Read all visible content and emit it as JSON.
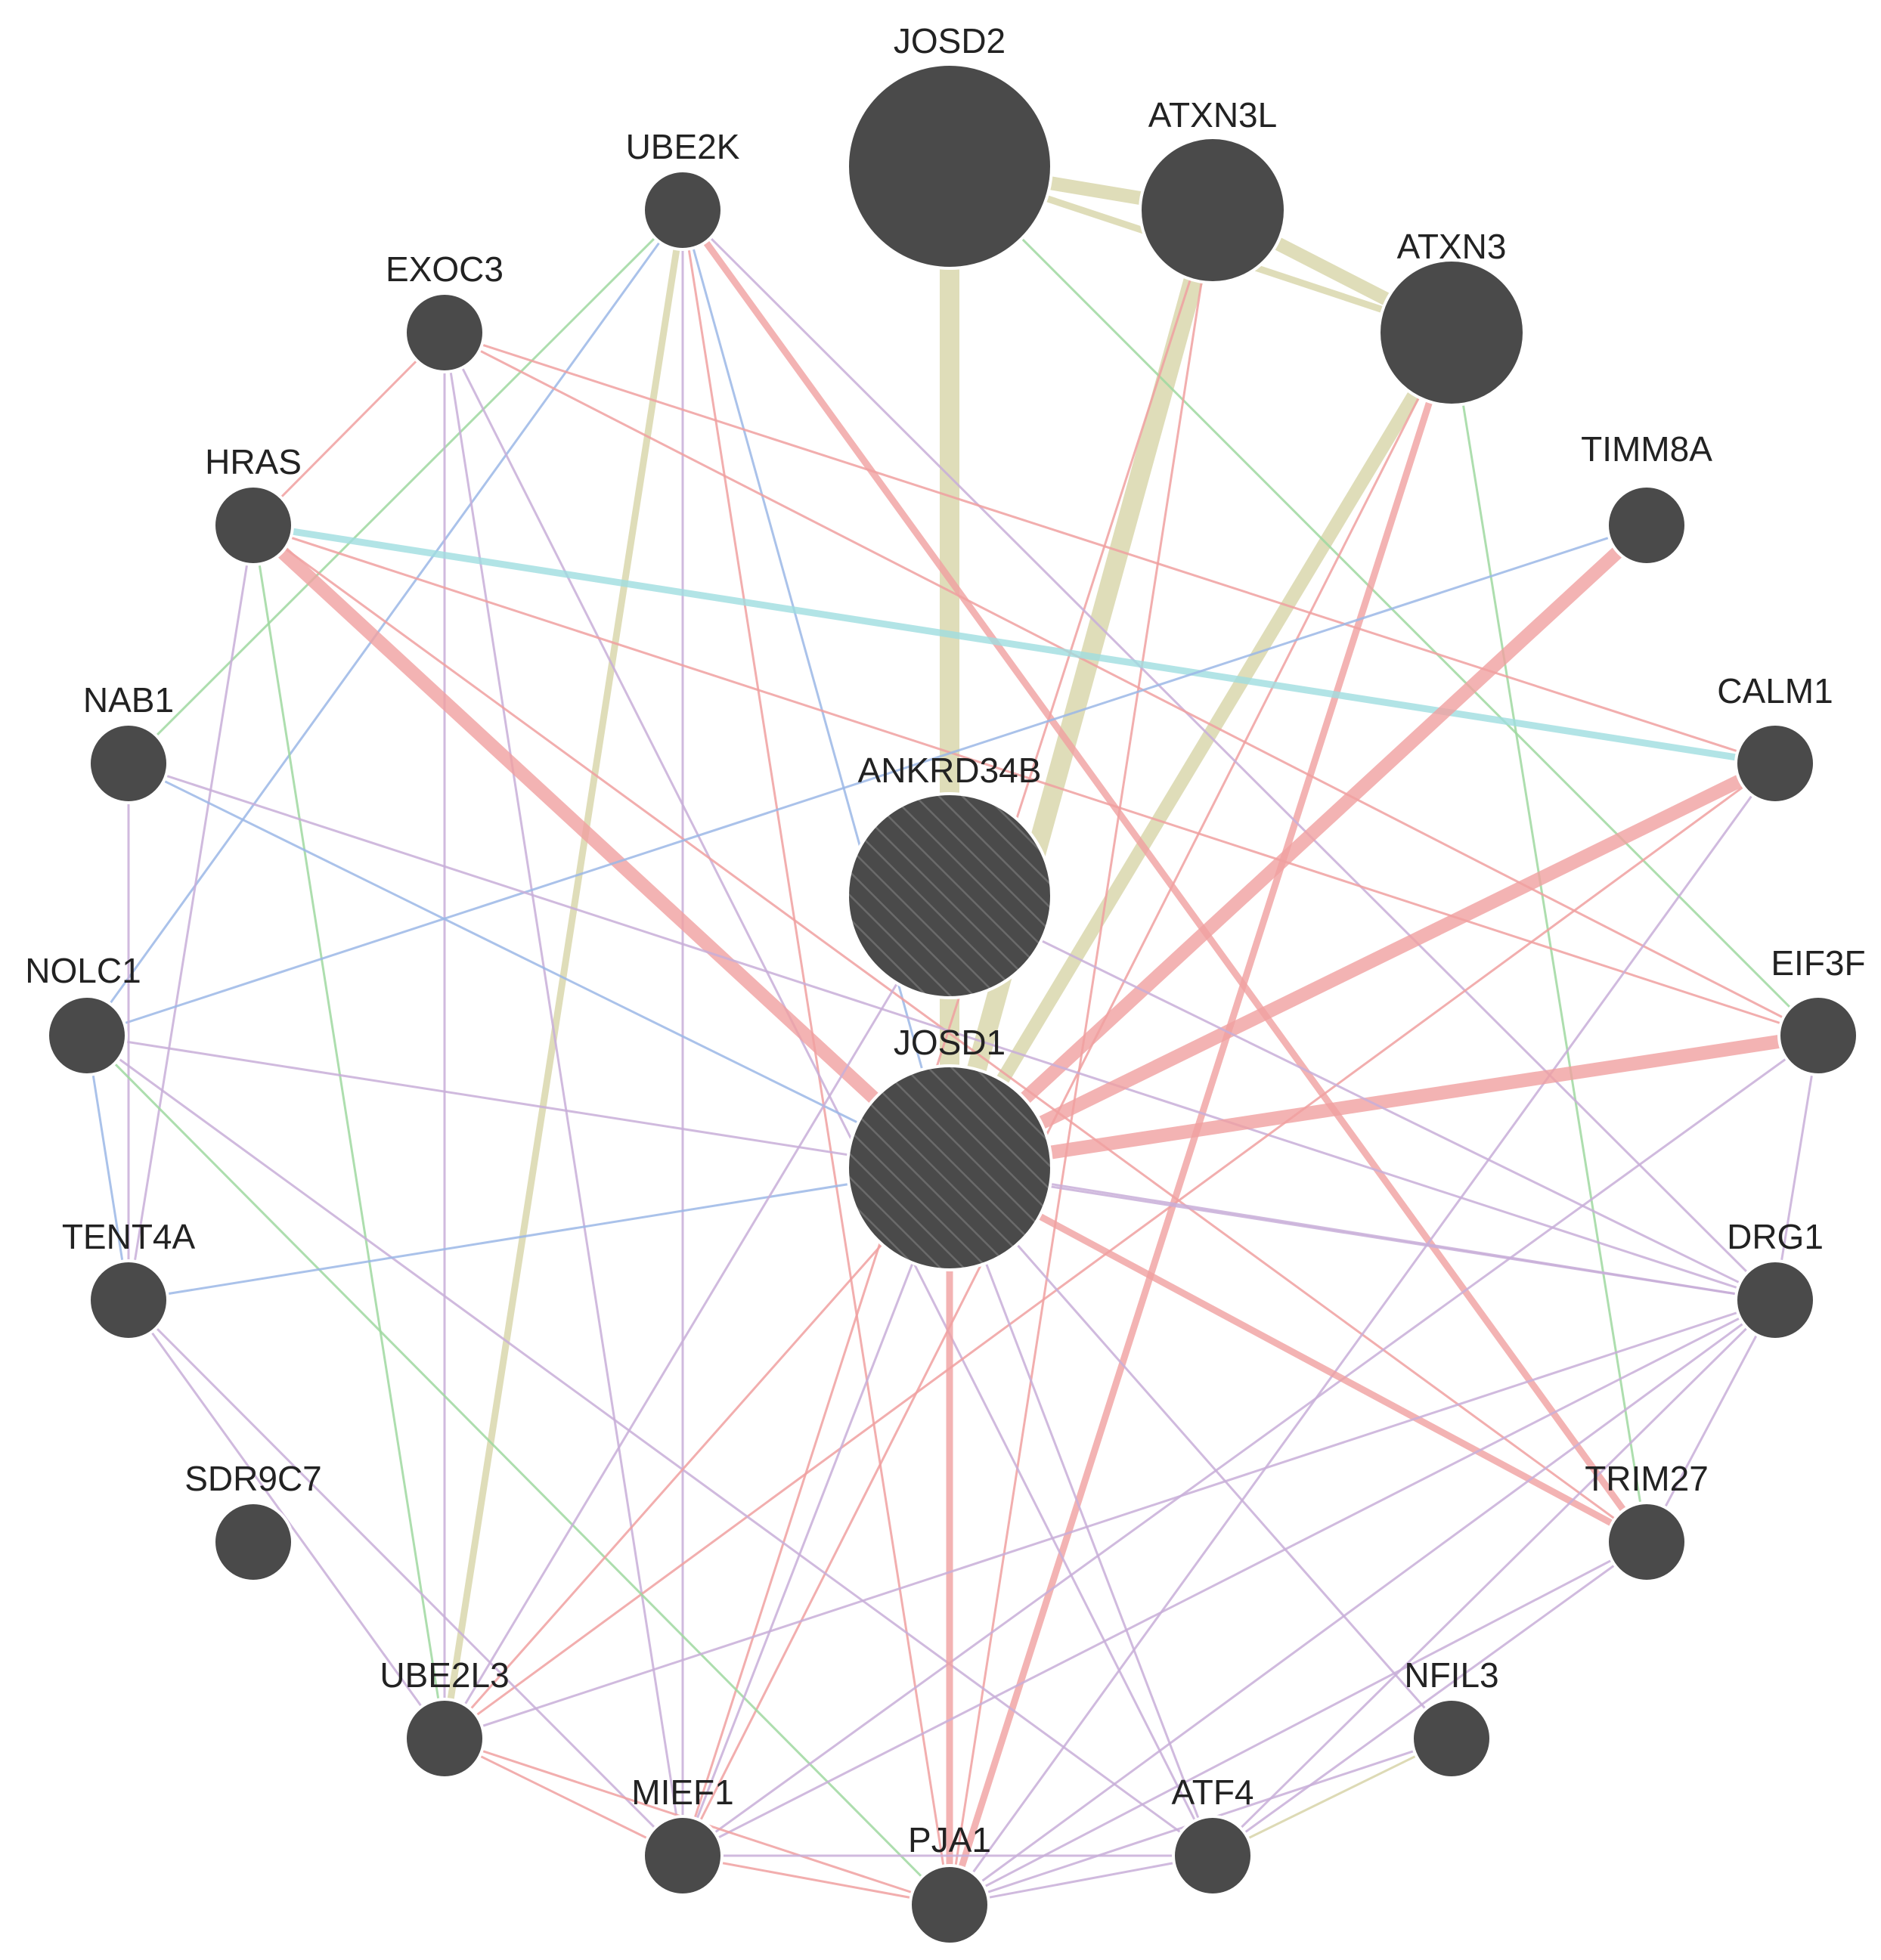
{
  "colors": {
    "node": "#4a4a4a",
    "hatch": "#6a6a6a",
    "physical": "#f0a0a0",
    "coexpression": "#c8aed8",
    "shared_domains": "#d7d4a8",
    "pathway": "#9bb7e6",
    "genetic": "#9fd8a0",
    "colocalization": "#9fdde0"
  },
  "nodes": [
    {
      "id": "JOSD2",
      "label": "JOSD2",
      "size": "large",
      "query": false
    },
    {
      "id": "ATXN3L",
      "label": "ATXN3L",
      "size": "medium",
      "query": false
    },
    {
      "id": "ATXN3",
      "label": "ATXN3",
      "size": "medium",
      "query": false
    },
    {
      "id": "UBE2K",
      "label": "UBE2K",
      "size": "small",
      "query": false
    },
    {
      "id": "EXOC3",
      "label": "EXOC3",
      "size": "small",
      "query": false
    },
    {
      "id": "HRAS",
      "label": "HRAS",
      "size": "small",
      "query": false
    },
    {
      "id": "TIMM8A",
      "label": "TIMM8A",
      "size": "small",
      "query": false
    },
    {
      "id": "NAB1",
      "label": "NAB1",
      "size": "small",
      "query": false
    },
    {
      "id": "CALM1",
      "label": "CALM1",
      "size": "small",
      "query": false
    },
    {
      "id": "ANKRD34B",
      "label": "ANKRD34B",
      "size": "query",
      "query": true
    },
    {
      "id": "NOLC1",
      "label": "NOLC1",
      "size": "small",
      "query": false
    },
    {
      "id": "EIF3F",
      "label": "EIF3F",
      "size": "small",
      "query": false
    },
    {
      "id": "JOSD1",
      "label": "JOSD1",
      "size": "query",
      "query": true
    },
    {
      "id": "TENT4A",
      "label": "TENT4A",
      "size": "small",
      "query": false
    },
    {
      "id": "DRG1",
      "label": "DRG1",
      "size": "small",
      "query": false
    },
    {
      "id": "SDR9C7",
      "label": "SDR9C7",
      "size": "small",
      "query": false
    },
    {
      "id": "TRIM27",
      "label": "TRIM27",
      "size": "small",
      "query": false
    },
    {
      "id": "UBE2L3",
      "label": "UBE2L3",
      "size": "small",
      "query": false
    },
    {
      "id": "NFIL3",
      "label": "NFIL3",
      "size": "small",
      "query": false
    },
    {
      "id": "MIEF1",
      "label": "MIEF1",
      "size": "small",
      "query": false
    },
    {
      "id": "PJA1",
      "label": "PJA1",
      "size": "small",
      "query": false
    },
    {
      "id": "ATF4",
      "label": "ATF4",
      "size": "small",
      "query": false
    }
  ],
  "edges": [
    {
      "source": "JOSD2",
      "target": "ATXN3L",
      "type": "shared_domains",
      "weight": 3
    },
    {
      "source": "JOSD2",
      "target": "ATXN3",
      "type": "shared_domains",
      "weight": 2
    },
    {
      "source": "ATXN3L",
      "target": "ATXN3",
      "type": "shared_domains",
      "weight": 3
    },
    {
      "source": "JOSD2",
      "target": "JOSD1",
      "type": "shared_domains",
      "weight": 4
    },
    {
      "source": "ATXN3L",
      "target": "JOSD1",
      "type": "shared_domains",
      "weight": 4
    },
    {
      "source": "ATXN3",
      "target": "JOSD1",
      "type": "shared_domains",
      "weight": 3
    },
    {
      "source": "JOSD2",
      "target": "EIF3F",
      "type": "genetic",
      "weight": 1
    },
    {
      "source": "ATXN3L",
      "target": "PJA1",
      "type": "physical",
      "weight": 1
    },
    {
      "source": "ATXN3L",
      "target": "MIEF1",
      "type": "physical",
      "weight": 1
    },
    {
      "source": "ATXN3",
      "target": "PJA1",
      "type": "physical",
      "weight": 2
    },
    {
      "source": "ATXN3",
      "target": "TRIM27",
      "type": "genetic",
      "weight": 1
    },
    {
      "source": "ATXN3",
      "target": "MIEF1",
      "type": "physical",
      "weight": 1
    },
    {
      "source": "UBE2K",
      "target": "JOSD1",
      "type": "pathway",
      "weight": 1
    },
    {
      "source": "UBE2K",
      "target": "TRIM27",
      "type": "physical",
      "weight": 2
    },
    {
      "source": "UBE2K",
      "target": "PJA1",
      "type": "physical",
      "weight": 1
    },
    {
      "source": "UBE2K",
      "target": "UBE2L3",
      "type": "shared_domains",
      "weight": 2
    },
    {
      "source": "UBE2K",
      "target": "NAB1",
      "type": "genetic",
      "weight": 1
    },
    {
      "source": "UBE2K",
      "target": "NOLC1",
      "type": "pathway",
      "weight": 1
    },
    {
      "source": "UBE2K",
      "target": "DRG1",
      "type": "coexpression",
      "weight": 1
    },
    {
      "source": "UBE2K",
      "target": "MIEF1",
      "type": "coexpression",
      "weight": 1
    },
    {
      "source": "EXOC3",
      "target": "CALM1",
      "type": "physical",
      "weight": 1
    },
    {
      "source": "EXOC3",
      "target": "EIF3F",
      "type": "physical",
      "weight": 1
    },
    {
      "source": "EXOC3",
      "target": "HRAS",
      "type": "physical",
      "weight": 1
    },
    {
      "source": "EXOC3",
      "target": "MIEF1",
      "type": "coexpression",
      "weight": 1
    },
    {
      "source": "EXOC3",
      "target": "ATF4",
      "type": "coexpression",
      "weight": 1
    },
    {
      "source": "EXOC3",
      "target": "UBE2L3",
      "type": "coexpression",
      "weight": 1
    },
    {
      "source": "HRAS",
      "target": "CALM1",
      "type": "colocalization",
      "weight": 2
    },
    {
      "source": "HRAS",
      "target": "JOSD1",
      "type": "physical",
      "weight": 3
    },
    {
      "source": "HRAS",
      "target": "EIF3F",
      "type": "physical",
      "weight": 1
    },
    {
      "source": "HRAS",
      "target": "TRIM27",
      "type": "physical",
      "weight": 1
    },
    {
      "source": "HRAS",
      "target": "TENT4A",
      "type": "coexpression",
      "weight": 1
    },
    {
      "source": "HRAS",
      "target": "UBE2L3",
      "type": "genetic",
      "weight": 1
    },
    {
      "source": "TIMM8A",
      "target": "JOSD1",
      "type": "physical",
      "weight": 3
    },
    {
      "source": "TIMM8A",
      "target": "NOLC1",
      "type": "pathway",
      "weight": 1
    },
    {
      "source": "NAB1",
      "target": "JOSD1",
      "type": "pathway",
      "weight": 1
    },
    {
      "source": "NAB1",
      "target": "TENT4A",
      "type": "coexpression",
      "weight": 1
    },
    {
      "source": "NAB1",
      "target": "DRG1",
      "type": "coexpression",
      "weight": 1
    },
    {
      "source": "CALM1",
      "target": "JOSD1",
      "type": "physical",
      "weight": 3
    },
    {
      "source": "CALM1",
      "target": "PJA1",
      "type": "coexpression",
      "weight": 1
    },
    {
      "source": "CALM1",
      "target": "UBE2L3",
      "type": "physical",
      "weight": 1
    },
    {
      "source": "NOLC1",
      "target": "TENT4A",
      "type": "pathway",
      "weight": 1
    },
    {
      "source": "NOLC1",
      "target": "DRG1",
      "type": "coexpression",
      "weight": 1
    },
    {
      "source": "NOLC1",
      "target": "PJA1",
      "type": "genetic",
      "weight": 1
    },
    {
      "source": "NOLC1",
      "target": "ATF4",
      "type": "coexpression",
      "weight": 1
    },
    {
      "source": "EIF3F",
      "target": "JOSD1",
      "type": "physical",
      "weight": 3
    },
    {
      "source": "EIF3F",
      "target": "DRG1",
      "type": "coexpression",
      "weight": 1
    },
    {
      "source": "EIF3F",
      "target": "MIEF1",
      "type": "coexpression",
      "weight": 1
    },
    {
      "source": "JOSD1",
      "target": "TENT4A",
      "type": "pathway",
      "weight": 1
    },
    {
      "source": "JOSD1",
      "target": "DRG1",
      "type": "coexpression",
      "weight": 1
    },
    {
      "source": "JOSD1",
      "target": "TRIM27",
      "type": "physical",
      "weight": 2
    },
    {
      "source": "JOSD1",
      "target": "PJA1",
      "type": "physical",
      "weight": 2
    },
    {
      "source": "JOSD1",
      "target": "ATF4",
      "type": "coexpression",
      "weight": 1
    },
    {
      "source": "JOSD1",
      "target": "NFIL3",
      "type": "coexpression",
      "weight": 1
    },
    {
      "source": "JOSD1",
      "target": "MIEF1",
      "type": "coexpression",
      "weight": 1
    },
    {
      "source": "JOSD1",
      "target": "UBE2L3",
      "type": "physical",
      "weight": 1
    },
    {
      "source": "TENT4A",
      "target": "UBE2L3",
      "type": "coexpression",
      "weight": 1
    },
    {
      "source": "TENT4A",
      "target": "MIEF1",
      "type": "coexpression",
      "weight": 1
    },
    {
      "source": "DRG1",
      "target": "UBE2L3",
      "type": "coexpression",
      "weight": 1
    },
    {
      "source": "DRG1",
      "target": "MIEF1",
      "type": "coexpression",
      "weight": 1
    },
    {
      "source": "DRG1",
      "target": "PJA1",
      "type": "coexpression",
      "weight": 1
    },
    {
      "source": "DRG1",
      "target": "ATF4",
      "type": "coexpression",
      "weight": 1
    },
    {
      "source": "DRG1",
      "target": "TRIM27",
      "type": "coexpression",
      "weight": 1
    },
    {
      "source": "TRIM27",
      "target": "PJA1",
      "type": "coexpression",
      "weight": 1
    },
    {
      "source": "TRIM27",
      "target": "ATF4",
      "type": "coexpression",
      "weight": 1
    },
    {
      "source": "UBE2L3",
      "target": "MIEF1",
      "type": "physical",
      "weight": 1
    },
    {
      "source": "UBE2L3",
      "target": "PJA1",
      "type": "physical",
      "weight": 1
    },
    {
      "source": "UBE2L3",
      "target": "ANKRD34B",
      "type": "coexpression",
      "weight": 1
    },
    {
      "source": "NFIL3",
      "target": "ATF4",
      "type": "shared_domains",
      "weight": 1
    },
    {
      "source": "NFIL3",
      "target": "PJA1",
      "type": "coexpression",
      "weight": 1
    },
    {
      "source": "MIEF1",
      "target": "PJA1",
      "type": "physical",
      "weight": 1
    },
    {
      "source": "MIEF1",
      "target": "ATF4",
      "type": "coexpression",
      "weight": 1
    },
    {
      "source": "PJA1",
      "target": "ATF4",
      "type": "coexpression",
      "weight": 1
    },
    {
      "source": "ANKRD34B",
      "target": "DRG1",
      "type": "coexpression",
      "weight": 1
    }
  ]
}
